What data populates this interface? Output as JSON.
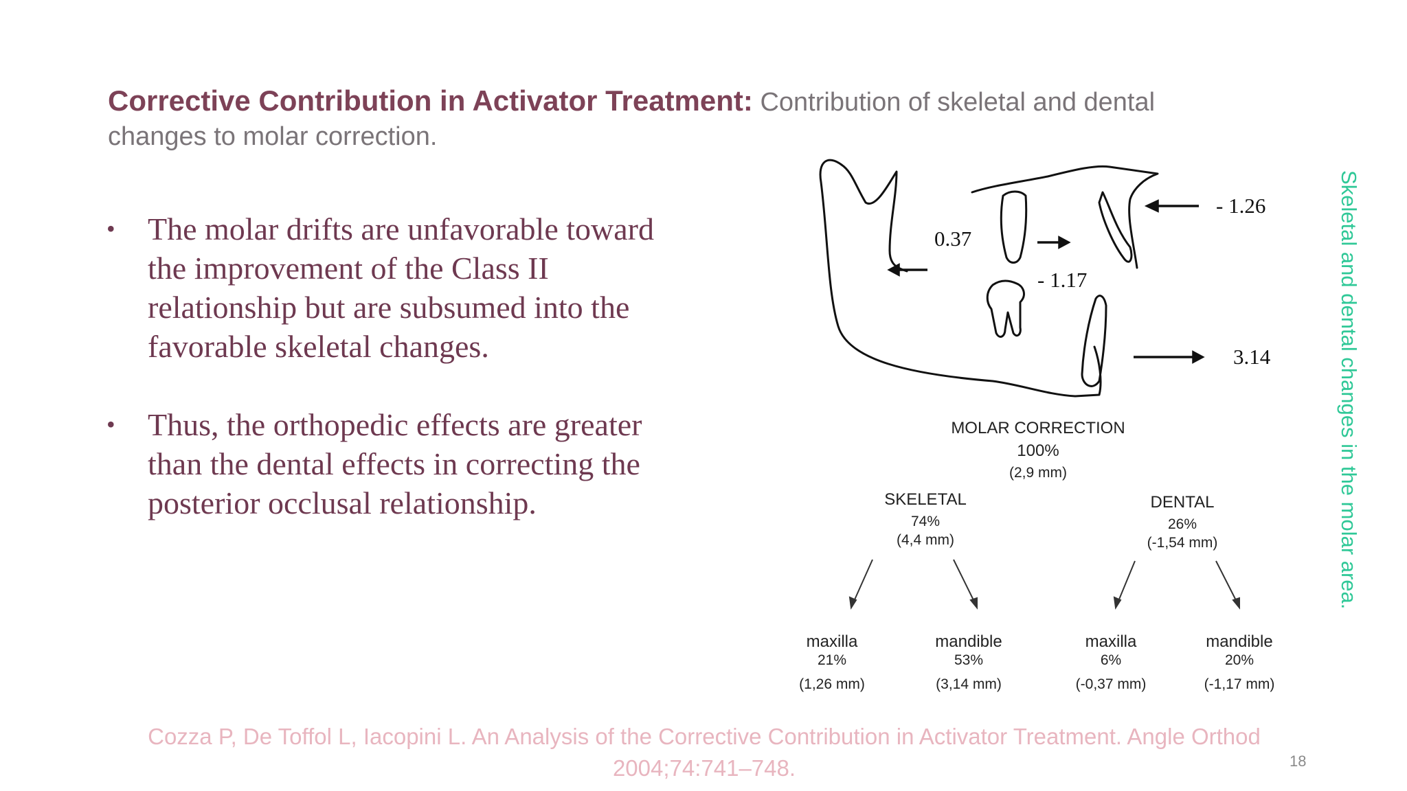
{
  "title": {
    "bold": "Corrective Contribution in Activator Treatment:",
    "rest": " Contribution of skeletal and dental changes to molar correction."
  },
  "bullets": [
    "The molar drifts are unfavorable toward the improvement of the Class II relationship but are subsumed into the favorable skeletal changes.",
    "Thus, the orthopedic effects are greater than the dental effects in correcting the posterior occlusal relationship."
  ],
  "figure": {
    "drawing_labels": {
      "upper_incisor": "- 1.26",
      "upper_molar": "0.37",
      "lower_molar": "- 1.17",
      "mandible": "3.14"
    },
    "root": {
      "label": "MOLAR CORRECTION",
      "percent": "100%",
      "mm": "(2,9 mm)"
    },
    "skeletal": {
      "label": "SKELETAL",
      "percent": "74%",
      "mm": "(4,4 mm)"
    },
    "dental": {
      "label": "DENTAL",
      "percent": "26%",
      "mm": "(-1,54 mm)"
    },
    "leaves": [
      {
        "label": "maxilla",
        "percent": "21%",
        "mm": "(1,26 mm)"
      },
      {
        "label": "mandible",
        "percent": "53%",
        "mm": "(3,14 mm)"
      },
      {
        "label": "maxilla",
        "percent": "6%",
        "mm": "(-0,37 mm)"
      },
      {
        "label": "mandible",
        "percent": "20%",
        "mm": "(-1,17 mm)"
      }
    ]
  },
  "side_caption": "Skeletal and dental changes in the molar area.",
  "citation": "Cozza P, De Toffol L, Iacopini L. An Analysis of the Corrective Contribution in Activator Treatment. Angle Orthod 2004;74:741–748.",
  "page_number": "18",
  "colors": {
    "title": "#7d4257",
    "bullet_text": "#6e3950",
    "side_caption": "#2fc897",
    "citation": "#e8b5bf"
  }
}
